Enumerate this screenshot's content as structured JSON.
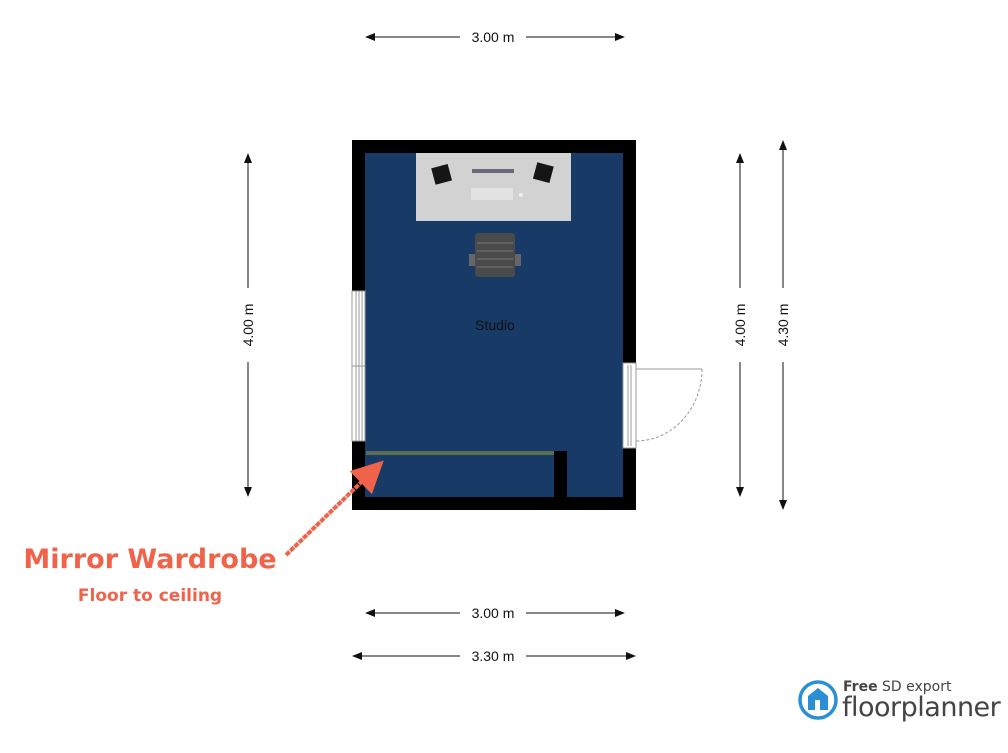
{
  "room": {
    "label": "Studio"
  },
  "dimensions": {
    "top_width": "3.00 m",
    "left_height": "4.00 m",
    "right_inner_height": "4.00 m",
    "right_outer_height": "4.30 m",
    "bottom_inner_width": "3.00 m",
    "bottom_outer_width": "3.30 m"
  },
  "annotation": {
    "title": "Mirror Wardrobe",
    "subtitle": "Floor to ceiling"
  },
  "branding": {
    "tag_bold": "Free",
    "tag_rest": "SD export",
    "name": "floorplanner"
  },
  "colors": {
    "floor": "#173a66",
    "wall": "#000000",
    "annotation": "#f0634a",
    "brand": "#2b8fd6"
  }
}
